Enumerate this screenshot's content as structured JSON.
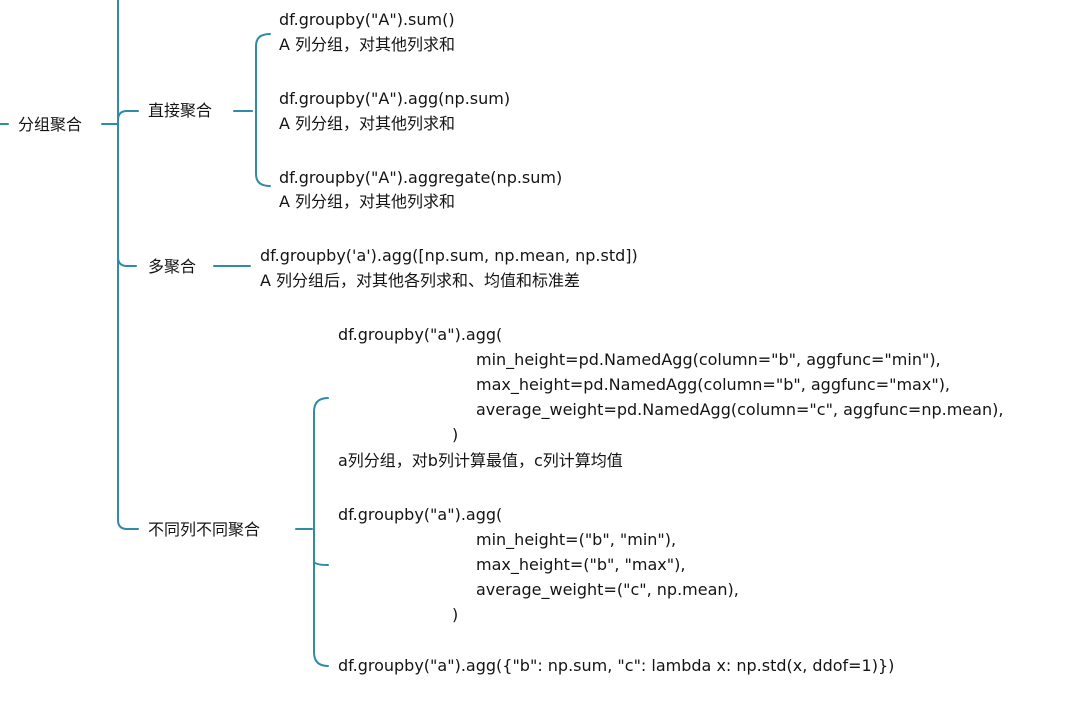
{
  "colors": {
    "line": "#2f8ba8",
    "text": "#141414"
  },
  "root": {
    "label": "分组聚合"
  },
  "branches": [
    {
      "label": "直接聚合",
      "leaves": [
        {
          "code": "df.groupby(\"A\").sum()",
          "desc": "A 列分组，对其他列求和"
        },
        {
          "code": "df.groupby(\"A\").agg(np.sum)",
          "desc": "A 列分组，对其他列求和"
        },
        {
          "code": "df.groupby(\"A\").aggregate(np.sum)",
          "desc": "A 列分组，对其他列求和"
        }
      ]
    },
    {
      "label": "多聚合",
      "leaves": [
        {
          "code": "df.groupby('a').agg([np.sum, np.mean, np.std])",
          "desc": "A 列分组后，对其他各列求和、均值和标准差"
        }
      ]
    },
    {
      "label": "不同列不同聚合",
      "leaves": [
        {
          "lines": [
            "df.groupby(\"a\").agg(",
            "min_height=pd.NamedAgg(column=\"b\", aggfunc=\"min\"),",
            "max_height=pd.NamedAgg(column=\"b\", aggfunc=\"max\"),",
            "average_weight=pd.NamedAgg(column=\"c\", aggfunc=np.mean),",
            ")",
            "a列分组，对b列计算最值，c列计算均值"
          ]
        },
        {
          "lines": [
            "df.groupby(\"a\").agg(",
            "min_height=(\"b\", \"min\"),",
            "max_height=(\"b\", \"max\"),",
            "average_weight=(\"c\", np.mean),",
            ")"
          ]
        },
        {
          "lines": [
            "df.groupby(\"a\").agg({\"b\": np.sum, \"c\": lambda x: np.std(x, ddof=1)})"
          ]
        }
      ]
    }
  ]
}
